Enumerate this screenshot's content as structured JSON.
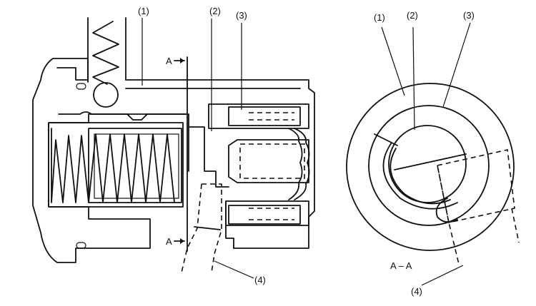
{
  "section_view": {
    "labels": {
      "part1": "(1)",
      "part2": "(2)",
      "part3": "(3)",
      "part4": "(4)",
      "section_marker_top": "A",
      "section_marker_bottom": "A"
    }
  },
  "cross_section_view": {
    "labels": {
      "part1": "(1)",
      "part2": "(2)",
      "part3": "(3)",
      "part4": "(4)",
      "caption": "A – A"
    }
  }
}
